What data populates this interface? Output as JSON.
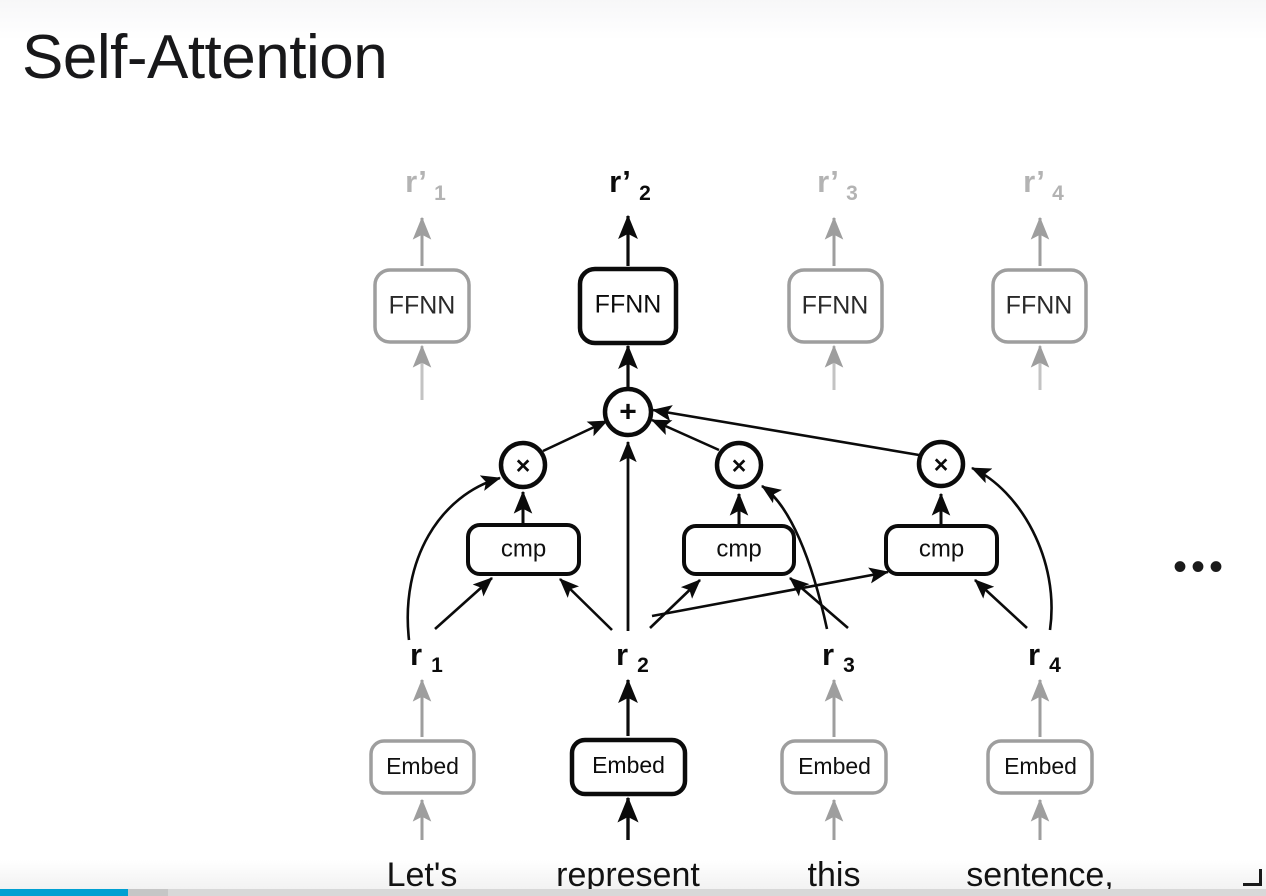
{
  "slide": {
    "title": "Self-Attention",
    "ellipsis": "•••"
  },
  "colors": {
    "highlight": "#0b0b0b",
    "dim": "#9e9e9e",
    "dim_text": "#9e9e9e",
    "box_text": "#101010",
    "background": "#ffffff",
    "progress_played": "#00a0d2",
    "progress_buffer": "#c6c6c6",
    "progress_track": "#d8d8d8"
  },
  "columns": [
    {
      "index": 1,
      "highlighted": false,
      "word": "Let's",
      "embed_label": "Embed",
      "ffnn_label": "FFNN",
      "cmp_label": "cmp",
      "input_var": "r",
      "input_sub": "1",
      "output_var": "r’",
      "output_sub": "1",
      "has_cmp": true,
      "has_mul": true
    },
    {
      "index": 2,
      "highlighted": true,
      "word": "represent",
      "embed_label": "Embed",
      "ffnn_label": "FFNN",
      "cmp_label": "",
      "input_var": "r",
      "input_sub": "2",
      "output_var": "r’",
      "output_sub": "2",
      "has_cmp": false,
      "has_mul": false
    },
    {
      "index": 3,
      "highlighted": false,
      "word": "this",
      "embed_label": "Embed",
      "ffnn_label": "FFNN",
      "cmp_label": "cmp",
      "input_var": "r",
      "input_sub": "3",
      "output_var": "r’",
      "output_sub": "3",
      "has_cmp": true,
      "has_mul": true
    },
    {
      "index": 4,
      "highlighted": false,
      "word": "sentence,",
      "embed_label": "Embed",
      "ffnn_label": "FFNN",
      "cmp_label": "cmp",
      "input_var": "r",
      "input_sub": "4",
      "output_var": "r’",
      "output_sub": "4",
      "has_cmp": true,
      "has_mul": true
    }
  ],
  "operators": {
    "sum_glyph": "+",
    "mul_glyph": "×"
  },
  "player": {
    "played_percent": 10.1,
    "buffered_percent": 13.3
  }
}
